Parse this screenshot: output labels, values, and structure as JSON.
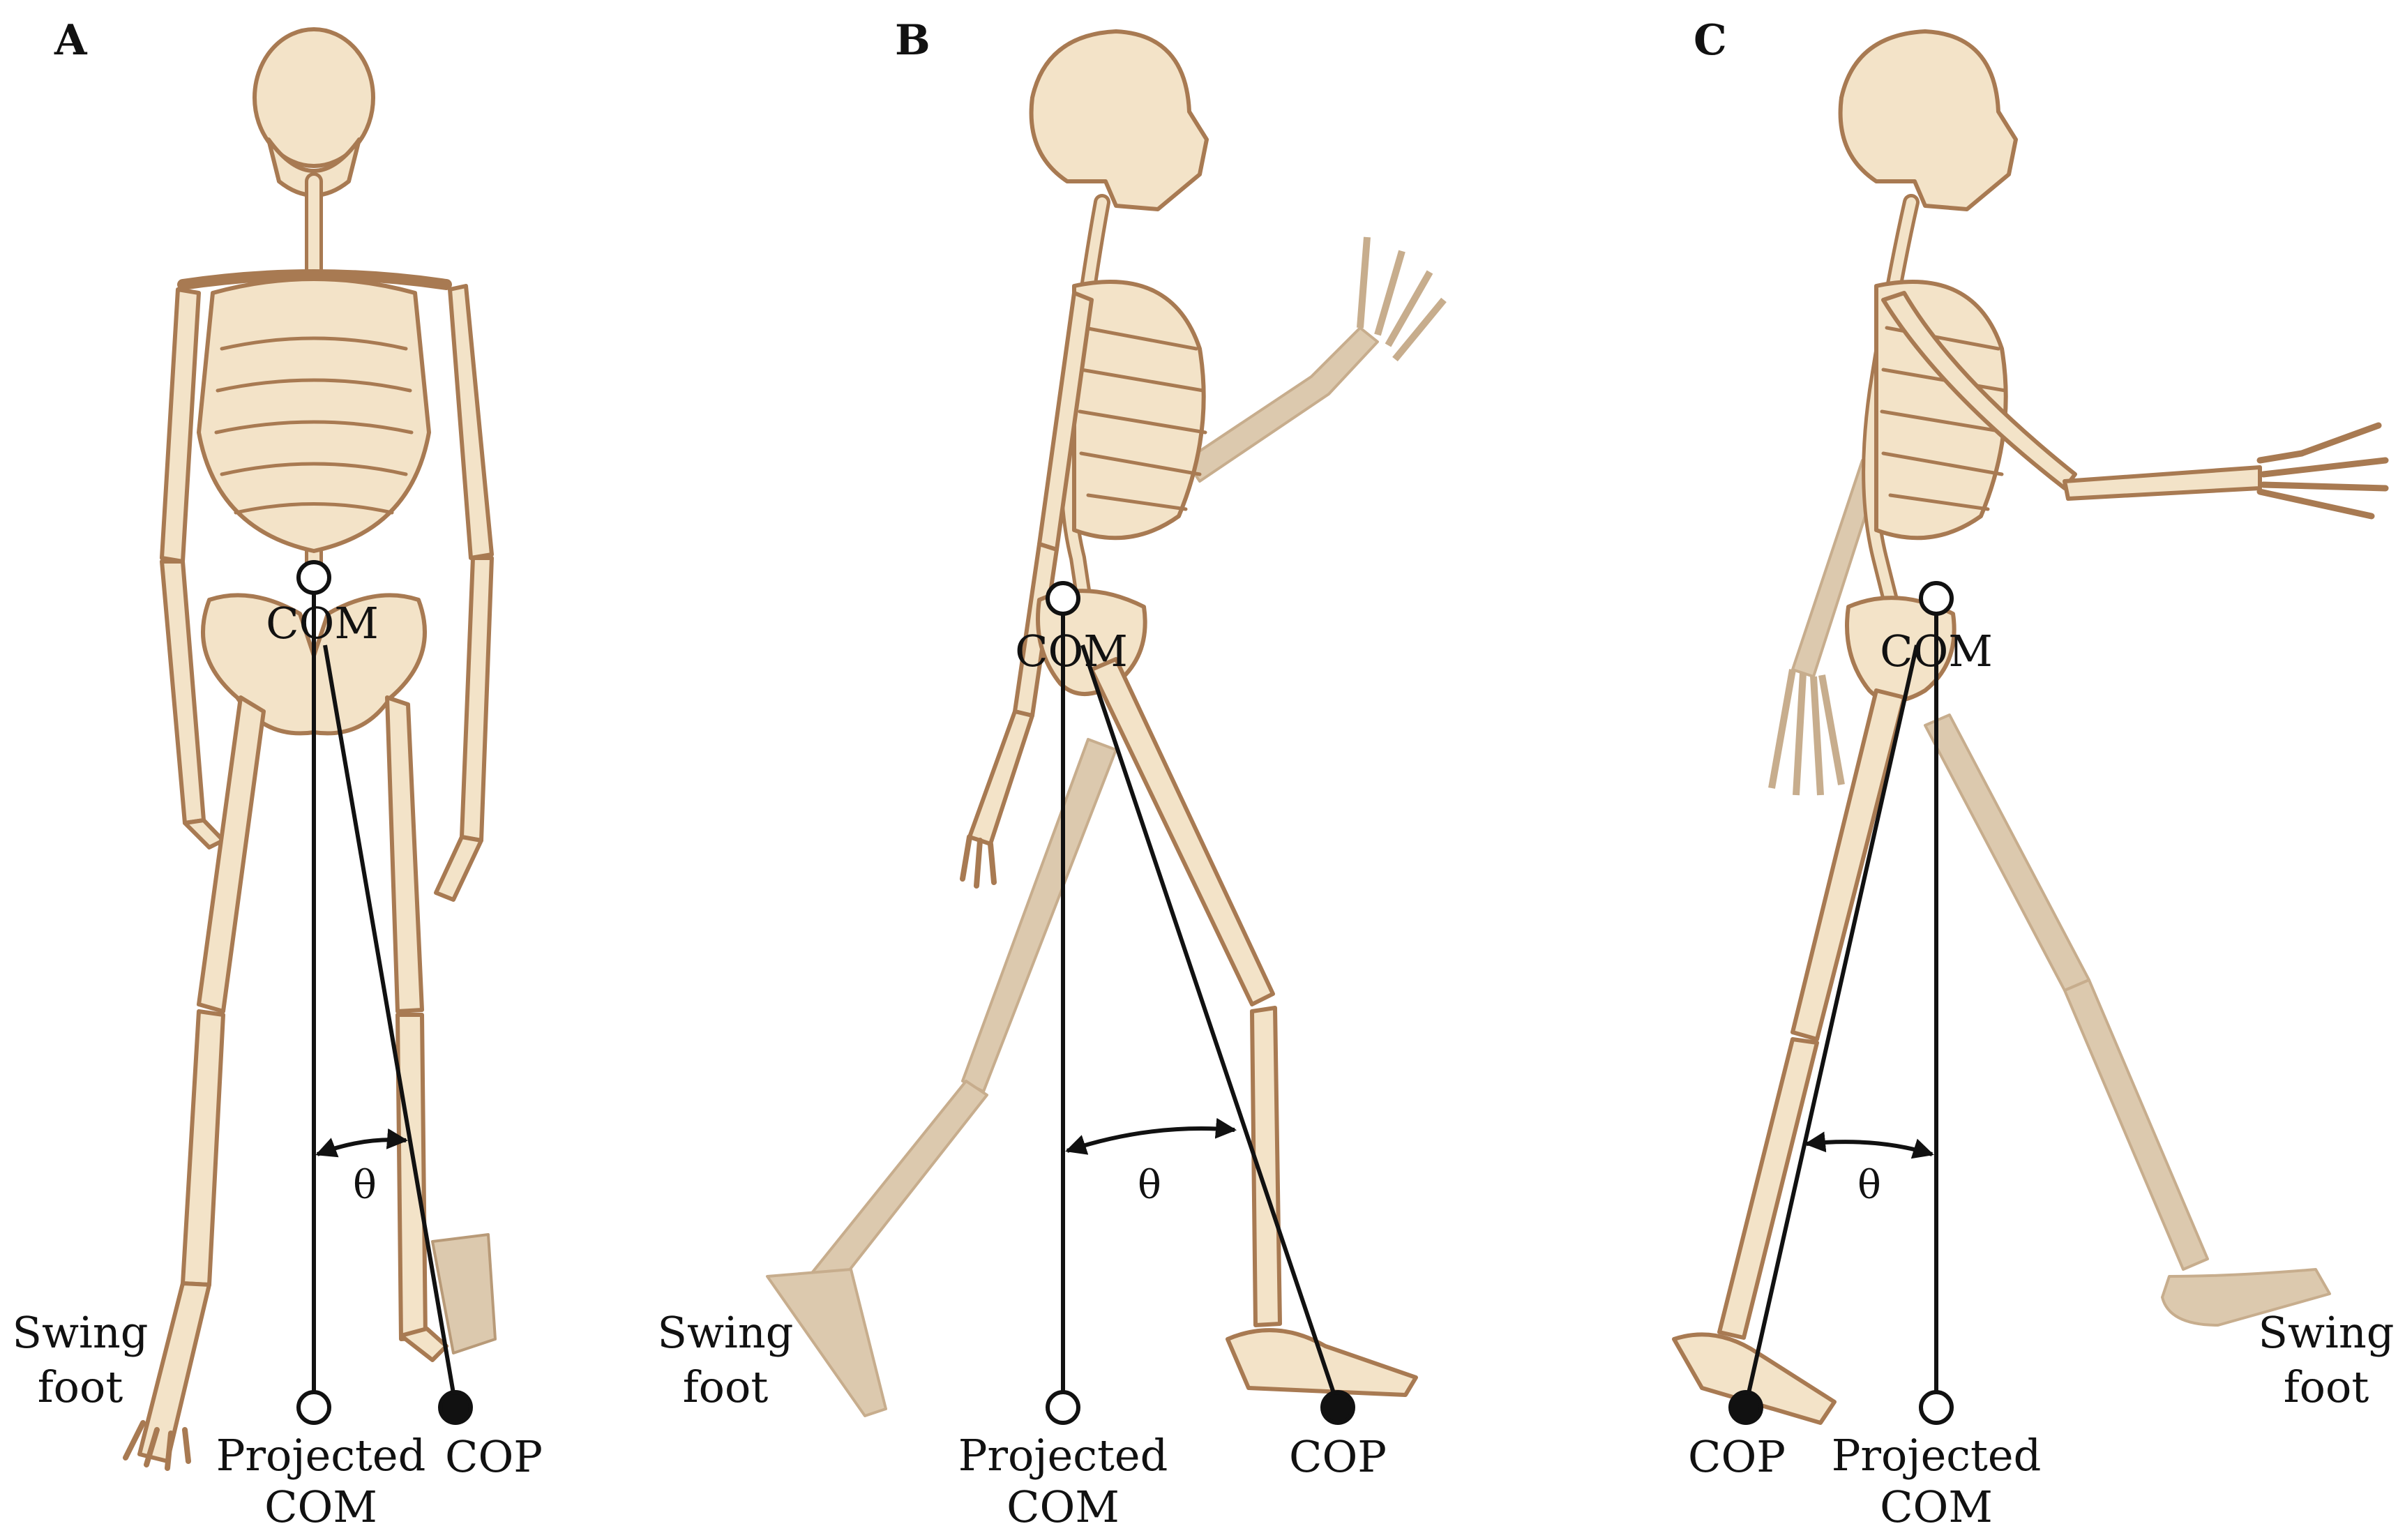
{
  "panels": [
    {
      "letter": "A",
      "com_label": "COM",
      "theta_label": "θ",
      "projected_label_1": "Projected",
      "projected_label_2": "COM",
      "cop_label": "COP",
      "swing_label_1": "Swing",
      "swing_label_2": "foot"
    },
    {
      "letter": "B",
      "com_label": "COM",
      "theta_label": "θ",
      "projected_label_1": "Projected",
      "projected_label_2": "COM",
      "cop_label": "COP",
      "swing_label_1": "Swing",
      "swing_label_2": "foot"
    },
    {
      "letter": "C",
      "com_label": "COM",
      "theta_label": "θ",
      "projected_label_1": "Projected",
      "projected_label_2": "COM",
      "cop_label": "COP",
      "swing_label_1": "Swing",
      "swing_label_2": "foot"
    }
  ],
  "colors": {
    "bone": "#f3e3c8",
    "bone_outline": "#a87a52",
    "bone_faded": "#dcc9ae",
    "line": "#111111"
  }
}
